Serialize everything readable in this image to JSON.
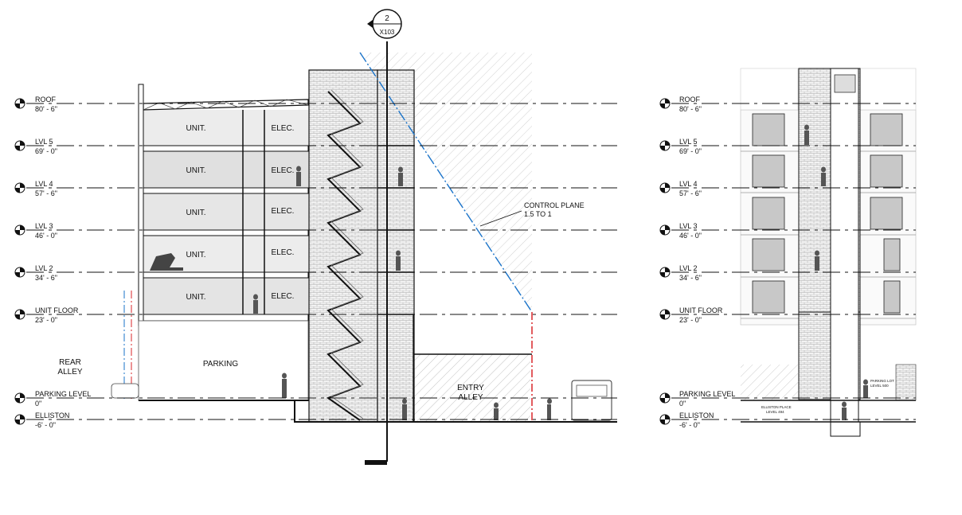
{
  "section_marker": {
    "number": "2",
    "sheet": "X103"
  },
  "levels": [
    {
      "name": "ROOF",
      "elevation": "80' - 6\""
    },
    {
      "name": "LVL 5",
      "elevation": "69' - 0\""
    },
    {
      "name": "LVL 4",
      "elevation": "57' - 6\""
    },
    {
      "name": "LVL 3",
      "elevation": "46' - 0\""
    },
    {
      "name": "LVL 2",
      "elevation": "34' - 6\""
    },
    {
      "name": "UNIT FLOOR",
      "elevation": "23' - 0\""
    },
    {
      "name": "PARKING LEVEL",
      "elevation": "0\""
    },
    {
      "name": "ELLISTON",
      "elevation": "-6' - 0\""
    }
  ],
  "rooms": {
    "unit": "UNIT.",
    "elec": "ELEC.",
    "parking": "PARKING"
  },
  "rear_alley": [
    "REAR",
    "ALLEY"
  ],
  "entry_alley": [
    "ENTRY",
    "ALLEY"
  ],
  "control_plane": [
    "CONTROL PLANE",
    "1.5 TO 1"
  ],
  "elevation_notes": {
    "elliston_place": [
      "ELLISTON PLACE",
      "LEVEL 494"
    ],
    "parking_lot": [
      "PARKING LOT",
      "LEVEL 500"
    ]
  },
  "colors": {
    "line": "#111111",
    "control_plane": "#1a73c9",
    "property_line": "#d9262a",
    "fill": "#e4e4e4"
  }
}
